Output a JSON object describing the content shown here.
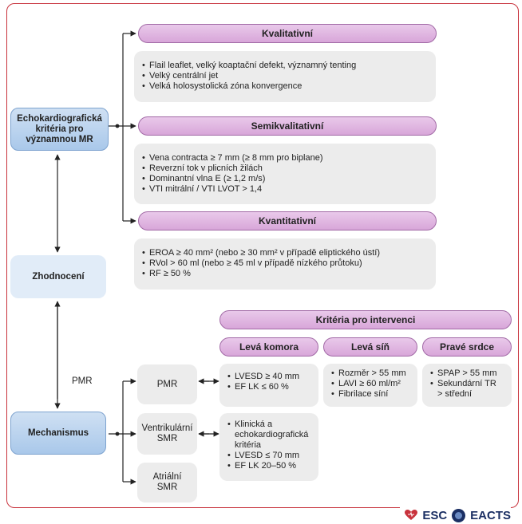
{
  "left": {
    "echo_criteria": "Echokardiografická kritéria pro významnou MR",
    "assessment": "Zhodnocení",
    "mechanism": "Mechanismus",
    "pmr_label": "PMR"
  },
  "qualitative": {
    "title": "Kvalitativní",
    "items": [
      "Flail leaflet, velký koaptační defekt, významný tenting",
      "Velký centrální jet",
      "Velká holosystolická zóna konvergence"
    ]
  },
  "semiquantitative": {
    "title": "Semikvalitativní",
    "items": [
      "Vena contracta ≥ 7 mm (≥ 8 mm pro biplane)",
      "Reverzní tok v plicních žilách",
      "Dominantní vlna E (≥ 1,2 m/s)",
      "VTI mitrální / VTI LVOT > 1,4"
    ]
  },
  "quantitative": {
    "title": "Kvantitativní",
    "items": [
      "EROA ≥ 40 mm² (nebo ≥ 30 mm² v případě eliptického ústí)",
      "RVol > 60 ml (nebo ≥ 45 ml v případě nízkého průtoku)",
      "RF ≥ 50 %"
    ]
  },
  "intervention": {
    "title": "Kritéria pro intervenci",
    "lv": "Levá komora",
    "la": "Levá síň",
    "rh": "Pravé srdce"
  },
  "mech": {
    "pmr": "PMR",
    "vsmr": "Ventrikulární SMR",
    "asmr": "Atriální SMR"
  },
  "pmr_criteria": {
    "lv": [
      "LVESD ≥ 40 mm",
      "EF LK ≤ 60 %"
    ],
    "la": [
      "Rozměr > 55 mm",
      "LAVI ≥ 60 ml/m²",
      "Fibrilace síní"
    ],
    "rh": [
      "SPAP > 55 mm",
      "Sekundární TR > střední"
    ]
  },
  "vsmr_criteria": [
    "Klinická a echokardiografická kritéria",
    "LVESD ≤ 70 mm",
    "EF LK 20–50 %"
  ],
  "logos": {
    "esc": "ESC",
    "eacts": "EACTS"
  },
  "colors": {
    "frame": "#c8323c",
    "pink": "#d8a6d9",
    "blue": "#a9c8ea",
    "gray": "#ececec",
    "navy": "#1b2f63"
  }
}
